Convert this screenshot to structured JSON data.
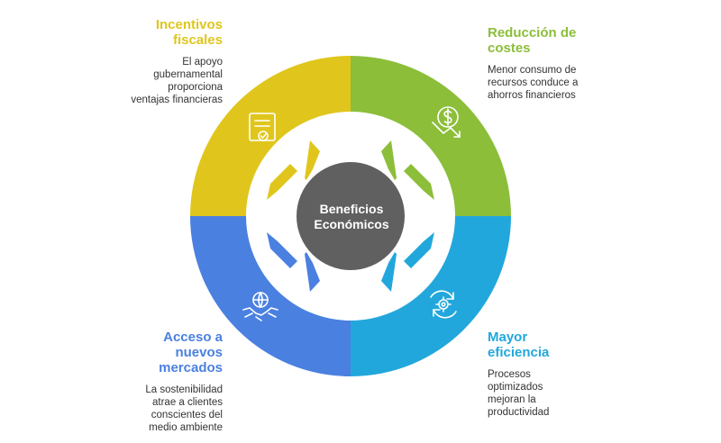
{
  "center": {
    "line1": "Beneficios",
    "line2": "Económicos",
    "color": "#606060"
  },
  "segments": [
    {
      "key": "tl",
      "title_lines": [
        "Incentivos",
        "fiscales"
      ],
      "desc_lines": [
        "El apoyo",
        "gubernamental",
        "proporciona",
        "ventajas financieras"
      ],
      "color": "#e0c61c",
      "icon": "certificate-icon"
    },
    {
      "key": "tr",
      "title_lines": [
        "Reducción de",
        "costes"
      ],
      "desc_lines": [
        "Menor consumo de",
        "recursos conduce a",
        "ahorros financieros"
      ],
      "color": "#8cbe3a",
      "icon": "dollar-down-icon"
    },
    {
      "key": "br",
      "title_lines": [
        "Mayor",
        "eficiencia"
      ],
      "desc_lines": [
        "Procesos",
        "optimizados",
        "mejoran la",
        "productividad"
      ],
      "color": "#22a7dc",
      "icon": "gear-cycle-icon"
    },
    {
      "key": "bl",
      "title_lines": [
        "Acceso a",
        "nuevos",
        "mercados"
      ],
      "desc_lines": [
        "La sostenibilidad",
        "atrae a clientes",
        "conscientes del",
        "medio ambiente"
      ],
      "color": "#4a80e0",
      "icon": "handshake-globe-icon"
    }
  ]
}
